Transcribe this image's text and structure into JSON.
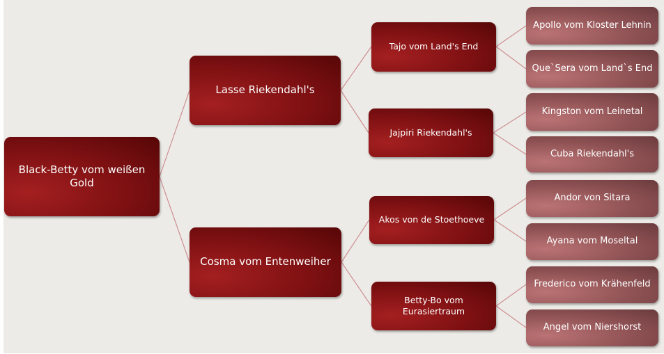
{
  "root": {
    "name": "Black-Betty vom weißen Gold"
  },
  "parents": [
    {
      "name": "Lasse Riekendahl's"
    },
    {
      "name": "Cosma vom Entenweiher"
    }
  ],
  "grandparents": [
    {
      "name": "Tajo vom Land's End"
    },
    {
      "name": "Jajpiri Riekendahl's"
    },
    {
      "name": "Akos von de Stoethoeve"
    },
    {
      "name": "Betty-Bo vom Eurasiertraum"
    }
  ],
  "great_grandparents": [
    {
      "name": "Apollo vom Kloster Lehnin"
    },
    {
      "name": "Que`Sera vom Land`s End"
    },
    {
      "name": "Kingston vom Leinetal"
    },
    {
      "name": "Cuba Riekendahl's"
    },
    {
      "name": "Andor von Sitara"
    },
    {
      "name": "Ayana vom Moseltal"
    },
    {
      "name": "Frederico vom Krähenfeld"
    },
    {
      "name": "Angel vom Niershorst"
    }
  ],
  "colors": {
    "background": "#ecebe7",
    "node_dark": "#7d1012",
    "node_light": "#8f5254",
    "connector": "#d4a0a2"
  }
}
